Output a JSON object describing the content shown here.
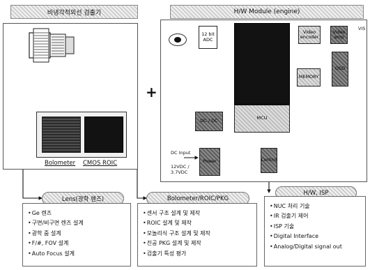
{
  "headers": {
    "left": "비냉각적외선 검출기",
    "right": "H/W Module (engine)"
  },
  "sensor": {
    "bolometer_label": "Bolometer",
    "roic_label": "CMOS ROIC"
  },
  "plus_sign": "+",
  "module": {
    "adc": "12 bit ADC",
    "video_encoder": "Video encoder",
    "video_amp": "Video amp",
    "vis_out": "VIS",
    "memory": "MEMORY",
    "osd": "OSD",
    "dc_dc": "DC / DC",
    "mcu": "MCU",
    "power": "Power",
    "control": "Control",
    "dc_input": "DC Input",
    "dc_voltage": "12VDC / 3.7VDC"
  },
  "categories": [
    {
      "title": "Lens(광학 렌즈)",
      "items": [
        "Ge 렌즈",
        "구면/비구면 렌즈 설계",
        "광학 줌 설계",
        "F/#, FOV 설계",
        "Auto Focus 설계"
      ]
    },
    {
      "title": "Bolometer/ROIC/PKG",
      "items": [
        "센서 구조 설계 및 제작",
        "ROIC 설계 및 제작",
        "모놀리식 구조 설계 및 제작",
        "진공 PKG 설계 및 제작",
        "검출기 특성 평가"
      ]
    },
    {
      "title": "H/W, ISP",
      "items": [
        "NUC 처리 기술",
        "IR 검출기 제어",
        "ISP 기술",
        "Digital Interface",
        "Analog/Digital signal out"
      ]
    }
  ]
}
